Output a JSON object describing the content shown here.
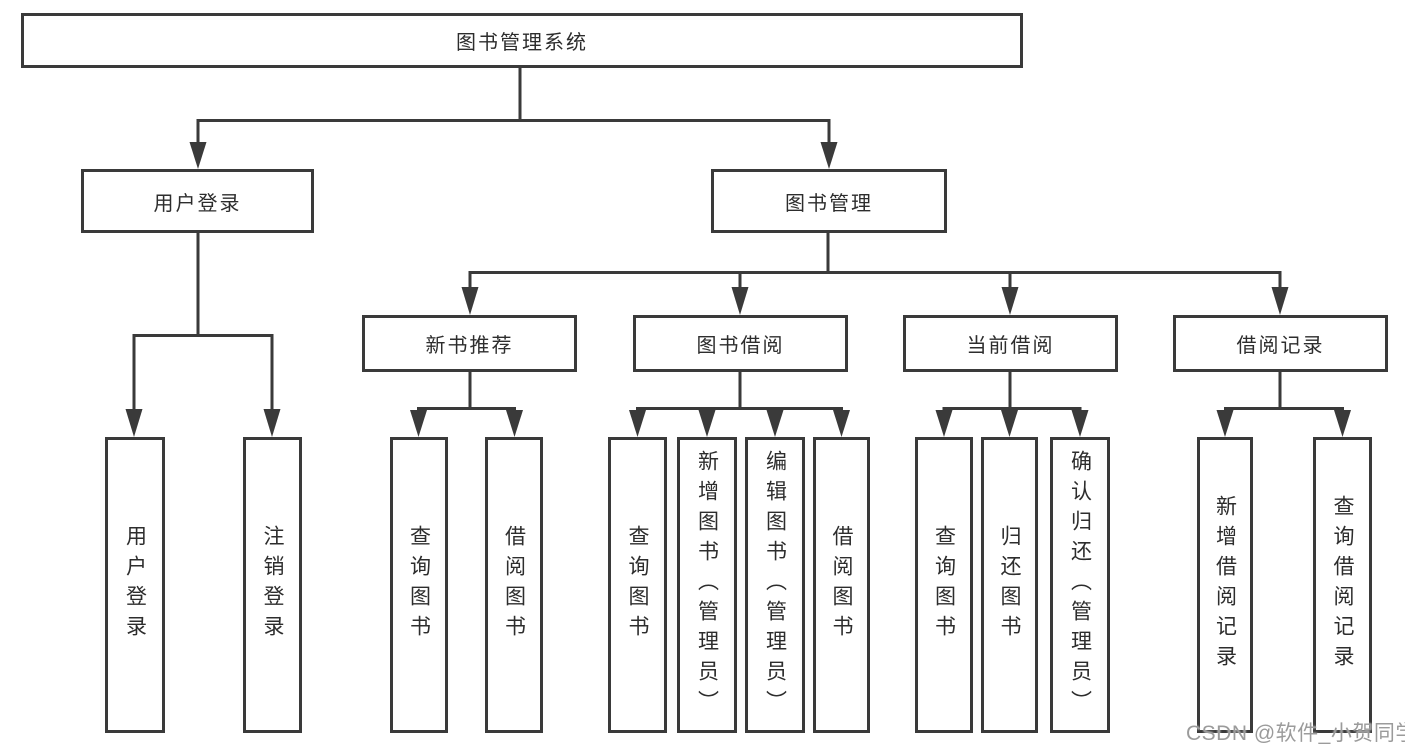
{
  "tree": {
    "label": "图书管理系统",
    "children": [
      {
        "label": "用户登录",
        "children": [
          {
            "label": "用户登录"
          },
          {
            "label": "注销登录"
          }
        ]
      },
      {
        "label": "图书管理",
        "children": [
          {
            "label": "新书推荐",
            "children": [
              {
                "label": "查询图书"
              },
              {
                "label": "借阅图书"
              }
            ]
          },
          {
            "label": "图书借阅",
            "children": [
              {
                "label": "查询图书"
              },
              {
                "label": "新增图书（管理员）"
              },
              {
                "label": "编辑图书（管理员）"
              },
              {
                "label": "借阅图书"
              }
            ]
          },
          {
            "label": "当前借阅",
            "children": [
              {
                "label": "查询图书"
              },
              {
                "label": "归还图书"
              },
              {
                "label": "确认归还（管理员）"
              }
            ]
          },
          {
            "label": "借阅记录",
            "children": [
              {
                "label": "新增借阅记录"
              },
              {
                "label": "查询借阅记录"
              }
            ]
          }
        ]
      }
    ]
  },
  "watermark": "CSDN @软件_小贺同学",
  "colors": {
    "line": "#3a3a3a",
    "text": "#2d2d2d",
    "watermark": "#9b9b9b",
    "background": "#ffffff"
  }
}
